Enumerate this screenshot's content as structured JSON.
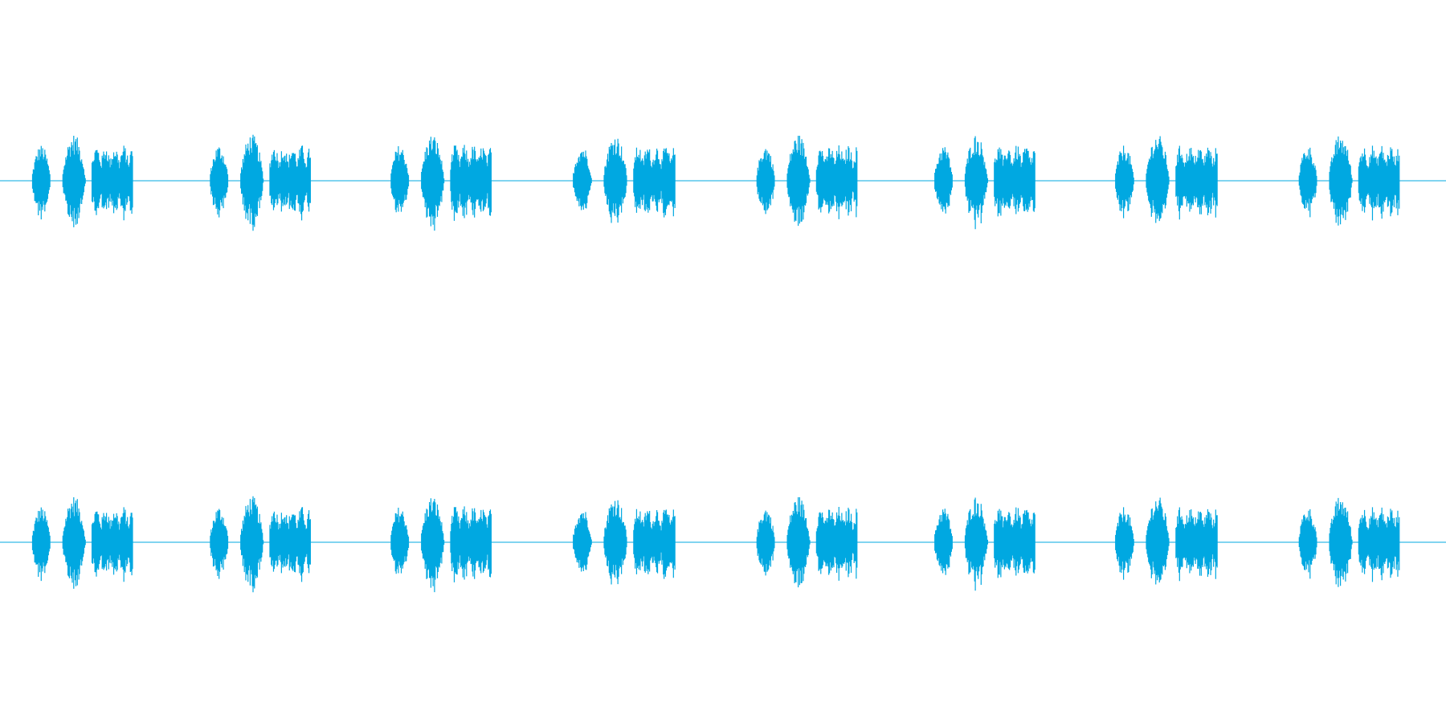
{
  "chart_data": {
    "type": "waveform",
    "title": "",
    "xlabel": "",
    "ylabel": "",
    "color": "#00a8e1",
    "background": "#ffffff",
    "grid": false,
    "channels": [
      {
        "channel": 1
      },
      {
        "channel": 2
      }
    ],
    "amplitude_range": [
      -1,
      1
    ],
    "burst_groups": [
      {
        "index": 1,
        "start": 0.022,
        "end": 0.092
      },
      {
        "index": 2,
        "start": 0.145,
        "end": 0.215
      },
      {
        "index": 3,
        "start": 0.27,
        "end": 0.34
      },
      {
        "index": 4,
        "start": 0.396,
        "end": 0.467
      },
      {
        "index": 5,
        "start": 0.523,
        "end": 0.593
      },
      {
        "index": 6,
        "start": 0.646,
        "end": 0.716
      },
      {
        "index": 7,
        "start": 0.771,
        "end": 0.842
      },
      {
        "index": 8,
        "start": 0.898,
        "end": 0.968
      }
    ],
    "burst_pattern": [
      {
        "offset": 0.0,
        "width": 0.185,
        "amplitude": 0.2
      },
      {
        "offset": 0.3,
        "width": 0.23,
        "amplitude": 0.26
      },
      {
        "offset": 0.595,
        "width": 0.405,
        "amplitude": 0.2
      }
    ]
  }
}
